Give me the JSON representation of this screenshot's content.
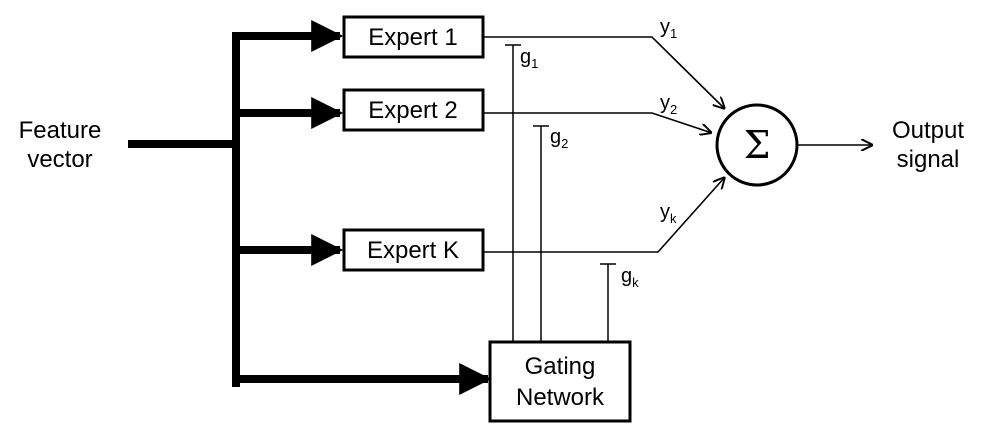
{
  "input": {
    "line1": "Feature",
    "line2": "vector"
  },
  "experts": [
    {
      "label": "Expert 1"
    },
    {
      "label": "Expert 2"
    },
    {
      "label": "Expert K"
    }
  ],
  "outputs": [
    {
      "base": "y",
      "sub": "1"
    },
    {
      "base": "y",
      "sub": "2"
    },
    {
      "base": "y",
      "sub": "k"
    }
  ],
  "gates": [
    {
      "base": "g",
      "sub": "1"
    },
    {
      "base": "g",
      "sub": "2"
    },
    {
      "base": "g",
      "sub": "k"
    }
  ],
  "gating": {
    "line1": "Gating",
    "line2": "Network"
  },
  "sum": {
    "symbol": "Σ"
  },
  "output": {
    "line1": "Output",
    "line2": "signal"
  }
}
